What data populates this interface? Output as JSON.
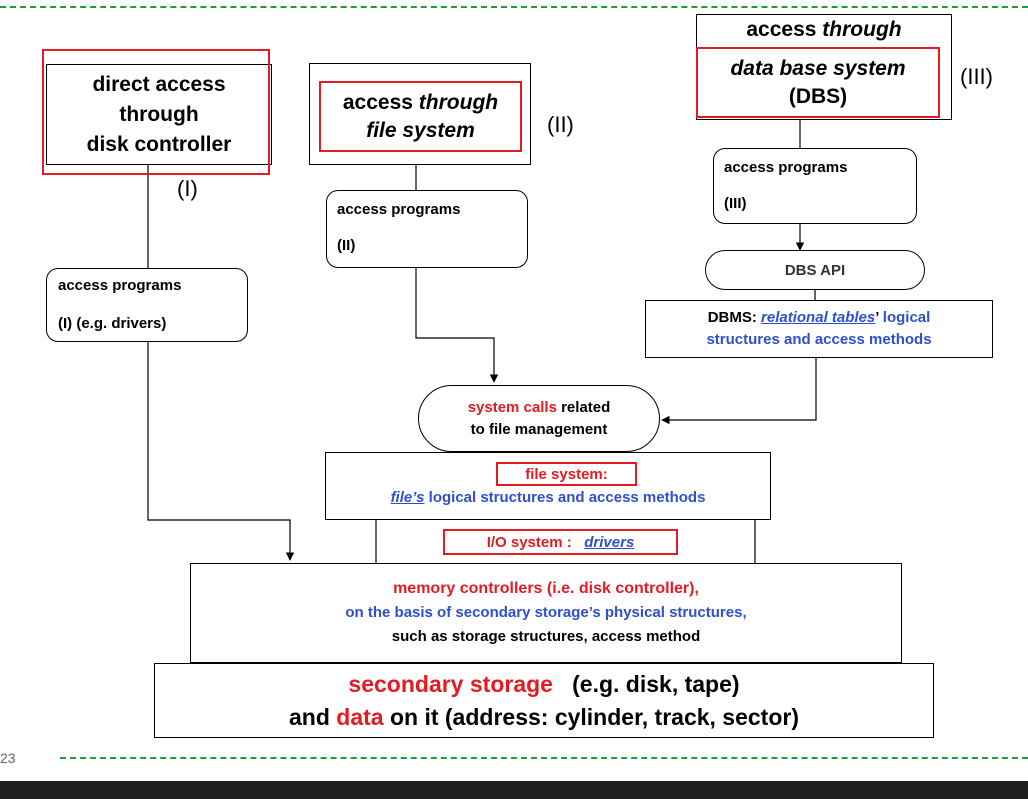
{
  "diagram": {
    "box1": {
      "line1": "direct access",
      "line2": "through",
      "line3": "disk controller",
      "tag": "(I)"
    },
    "box2": {
      "line1a": "access",
      "line1b": "through",
      "line2": "file system",
      "tag": "(II)"
    },
    "box3": {
      "line1a": "access",
      "line1b": "through",
      "line2": "data base system",
      "line3": "(DBS)",
      "tag": "(III)"
    },
    "prog1": {
      "title": "access programs",
      "sub": "(I) (e.g. drivers)"
    },
    "prog2": {
      "title": "access programs",
      "sub": "(II)"
    },
    "prog3": {
      "title": "access programs",
      "sub": "(III)"
    },
    "dbs_api": "DBS API",
    "dbms": {
      "prefix": "DBMS:",
      "link": "relational tables",
      "apos": "’",
      "rest1": "logical",
      "rest2": "structures and access methods"
    },
    "syscalls": {
      "red": "system calls",
      "rest": "related",
      "line2": "to file management"
    },
    "fs": {
      "title": "file system:",
      "link": "file’s",
      "rest": "logical structures and access methods"
    },
    "io": {
      "label": "I/O system :",
      "link": "drivers"
    },
    "mem": {
      "line1": "memory controllers (i.e. disk controller),",
      "line2": "on the basis of secondary storage’s  physical structures,",
      "line3": "such as storage structures, access method"
    },
    "storage": {
      "red1": "secondary storage",
      "rest1": "(e.g. disk, tape)",
      "pre2": "and",
      "red2": "data",
      "rest2": "on it   (address: cylinder, track, sector)"
    }
  },
  "footer": {
    "page_number": "23"
  },
  "colors": {
    "red": "#e31b23",
    "blue": "#2e50cc",
    "dashed_line": "#1a9e3a",
    "bottom_bar": "#1f1f1f"
  }
}
